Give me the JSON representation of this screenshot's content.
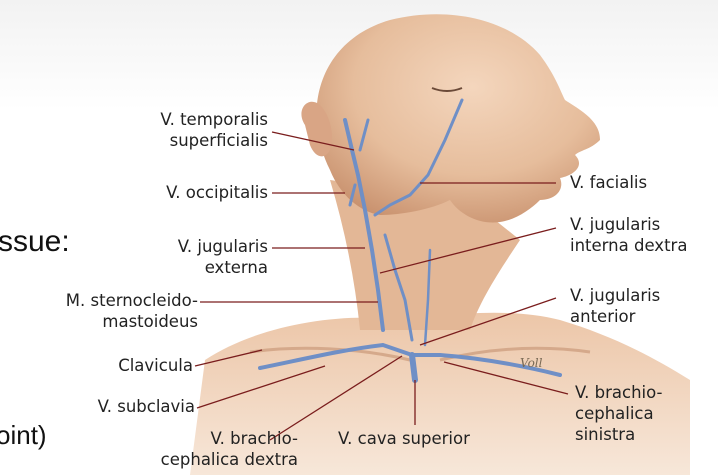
{
  "slide": {
    "partial_text_left": "ssue:",
    "partial_text_bottom": "oint)"
  },
  "figure": {
    "signature": "Voll",
    "labels": {
      "temporalis_1": "V. temporalis",
      "temporalis_2": "superficialis",
      "occipitalis": "V. occipitalis",
      "jug_ext_1": "V. jugularis",
      "jug_ext_2": "externa",
      "sterno_1": "M. sternocleido-",
      "sterno_2": "mastoideus",
      "clavicula": "Clavicula",
      "subclavia": "V. subclavia",
      "brachio_dx_1": "V. brachio-",
      "brachio_dx_2": "cephalica dextra",
      "cava": "V. cava superior",
      "facialis": "V. facialis",
      "jug_int_1": "V. jugularis",
      "jug_int_2": "interna dextra",
      "jug_ant_1": "V. jugularis",
      "jug_ant_2": "anterior",
      "brachio_sin_1": "V. brachio-",
      "brachio_sin_2": "cephalica",
      "brachio_sin_3": "sinistra"
    }
  },
  "colors": {
    "skin": "#e9c3a4",
    "skin_shadow": "#cf9c7a",
    "vein": "#6f8fc6",
    "leader": "#7a1d1d"
  }
}
